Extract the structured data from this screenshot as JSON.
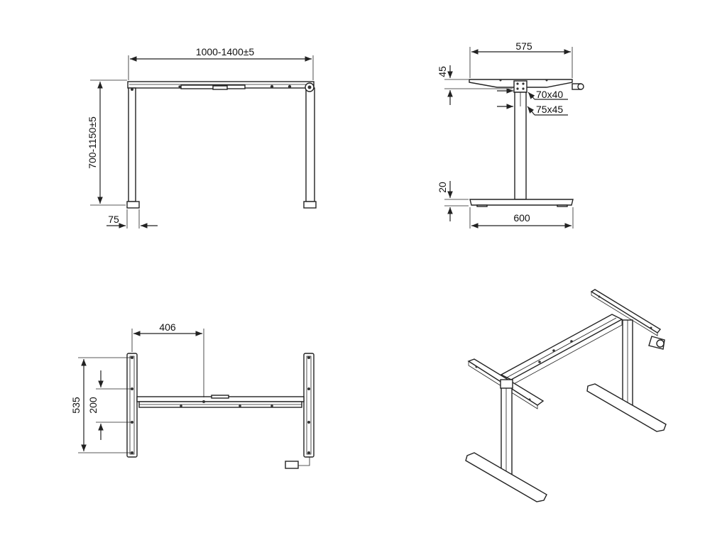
{
  "dimensions": {
    "front_view": {
      "width": "1000-1400±5",
      "height": "700-1150±5",
      "leg_width": "75"
    },
    "side_view": {
      "top_width": "575",
      "top_thickness": "45",
      "upper_tube": "70x40",
      "lower_tube": "75x45",
      "foot_height": "20",
      "foot_length": "600"
    },
    "top_view": {
      "offset": "406",
      "depth": "535",
      "hole_spacing": "200"
    }
  }
}
